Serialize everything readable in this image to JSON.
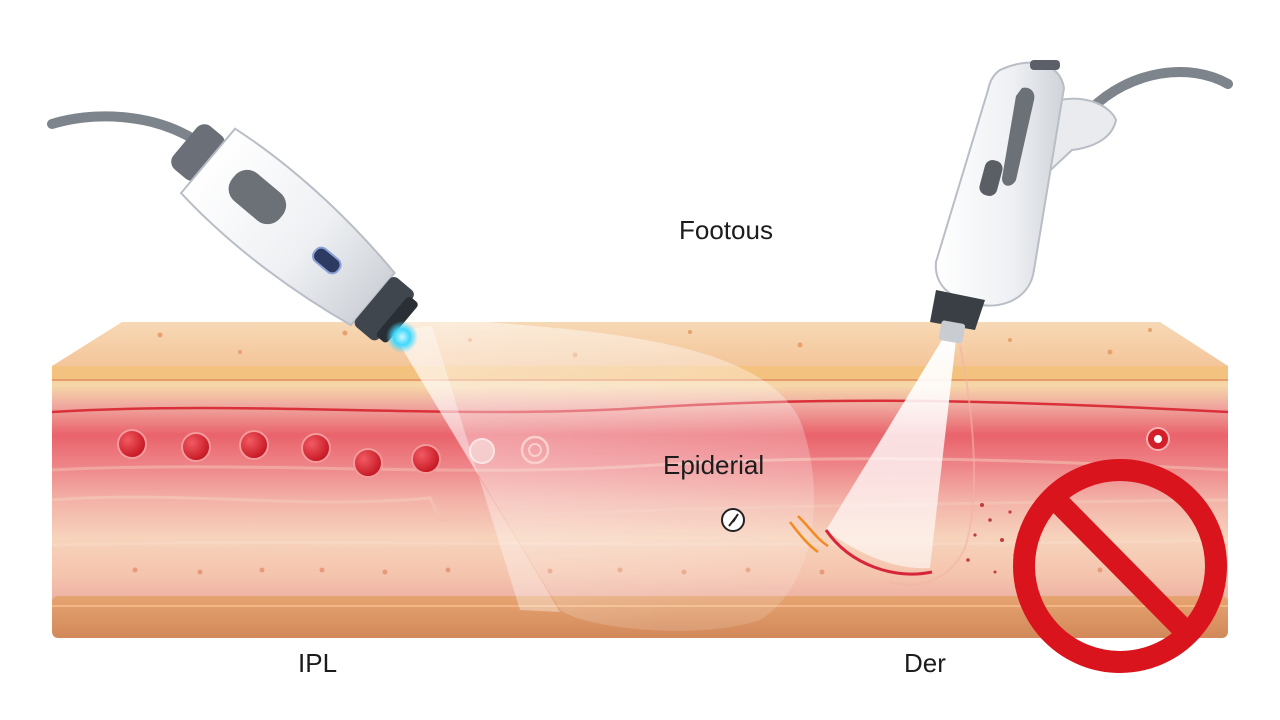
{
  "labels": {
    "top": "Footous",
    "middle": "Epiderial",
    "left_device": "IPL",
    "right_device": "Der"
  },
  "icons": {
    "left_device": "ipl-handpiece-icon",
    "right_device": "laser-handpiece-icon",
    "prohibition": "prohibited-sign-icon",
    "small_marker": "circled-symbol-icon"
  },
  "colors": {
    "skin_surface": "#f6cfa8",
    "epidermis_band": "#f4c98e",
    "dermis_red": "#e8646a",
    "vessel": "#d21f2a",
    "prohibition_red": "#d9141c",
    "handpiece_white": "#f3f4f6",
    "handpiece_gray": "#6b7078",
    "light_glow": "#3fd8ff"
  }
}
